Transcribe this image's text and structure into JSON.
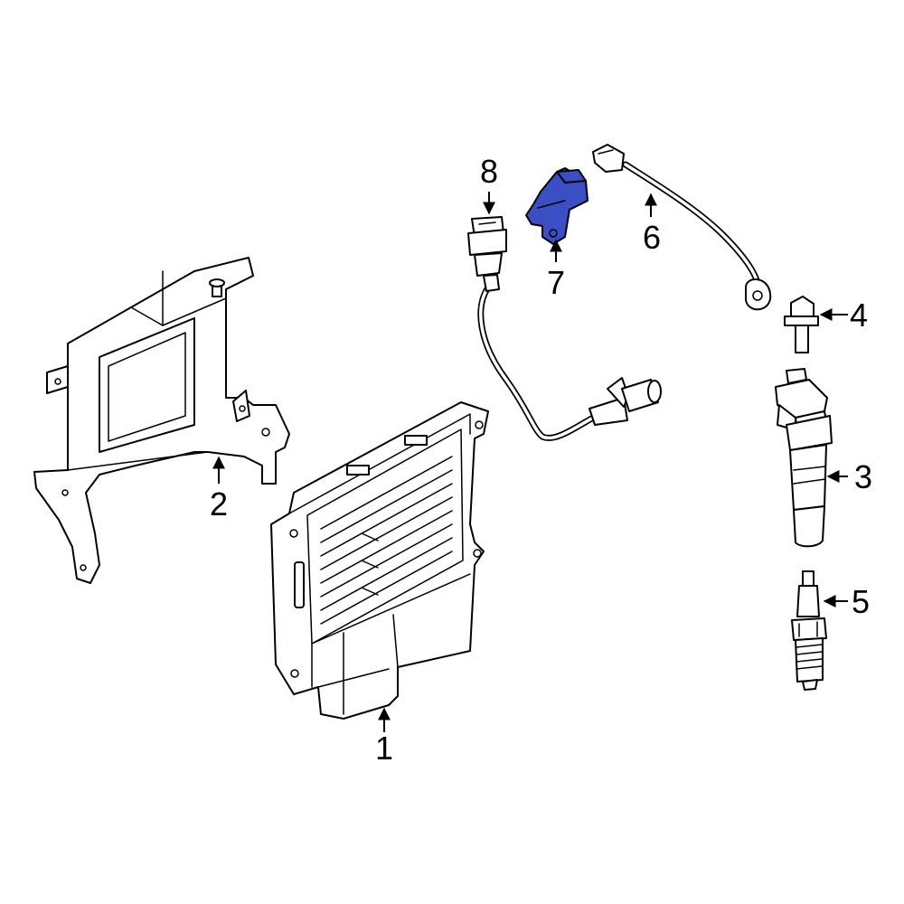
{
  "callouts": [
    {
      "id": "1",
      "label": "1"
    },
    {
      "id": "2",
      "label": "2"
    },
    {
      "id": "3",
      "label": "3"
    },
    {
      "id": "4",
      "label": "4"
    },
    {
      "id": "5",
      "label": "5"
    },
    {
      "id": "6",
      "label": "6"
    },
    {
      "id": "7",
      "label": "7"
    },
    {
      "id": "8",
      "label": "8"
    }
  ],
  "colors": {
    "highlight": "#3a4fc4",
    "line": "#000000",
    "background": "#ffffff"
  }
}
